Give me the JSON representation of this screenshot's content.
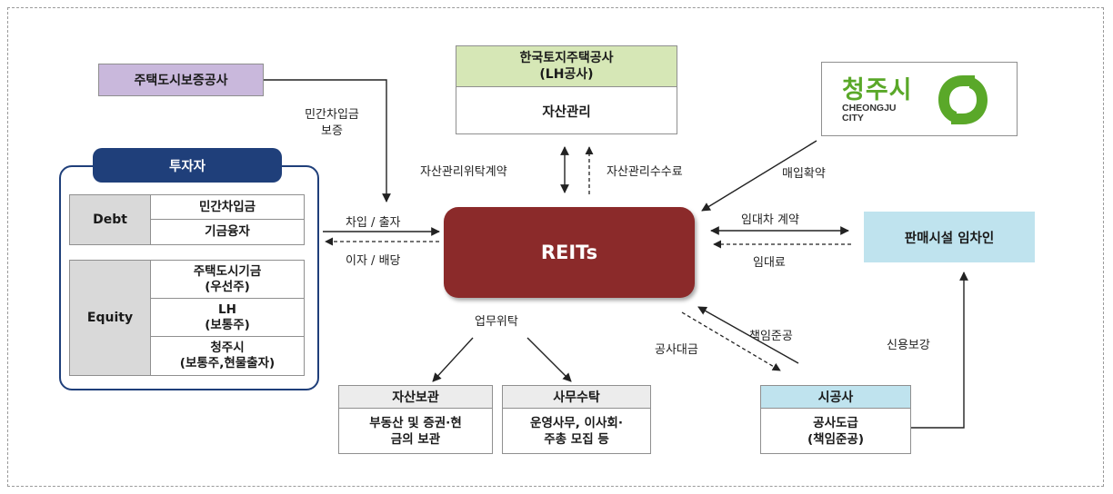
{
  "hug": {
    "label": "주택도시보증공사",
    "arrow_label": "민간차입금\n보증"
  },
  "lh": {
    "title": "한국토지주택공사\n(LH공사)",
    "role": "자산관리"
  },
  "cheongju": {
    "name": "청주시",
    "english": "CHEONGJU\nCITY",
    "arrow_label": "매입확약",
    "accent": "#5aa829"
  },
  "investor": {
    "title": "투자자",
    "debt_label": "Debt",
    "debt_items": [
      "민간차입금",
      "기금융자"
    ],
    "equity_label": "Equity",
    "equity_items": [
      "주택도시기금\n(우선주)",
      "LH\n(보통주)",
      "청주시\n(보통주,현물출자)"
    ]
  },
  "reits": {
    "label": "REITs",
    "color": "#8b2a2a"
  },
  "flows": {
    "invest_in": "차입 / 출자",
    "invest_out": "이자 / 배당",
    "am_contract": "자산관리위탁계약",
    "am_fee": "자산관리수수료",
    "lease_contract": "임대차 계약",
    "lease_fee": "임대료",
    "delegation": "업무위탁",
    "construction_payment": "공사대금",
    "responsible_completion": "책임준공",
    "credit_support": "신용보강"
  },
  "tenant": {
    "label": "판매시설 임차인"
  },
  "custody": {
    "title": "자산보관",
    "body": "부동산 및 증권·현\n금의 보관"
  },
  "admin": {
    "title": "사무수탁",
    "body": "운영사무, 이사회·\n주총 모집 등"
  },
  "contractor": {
    "title": "시공사",
    "body": "공사도급\n(책임준공)"
  },
  "colors": {
    "hug_fill": "#c9b8dc",
    "lh_fill": "#d6e7b6",
    "investor_navy": "#1f3f7a",
    "light_blue": "#bfe3ee",
    "gray": "#d9d9d9"
  }
}
